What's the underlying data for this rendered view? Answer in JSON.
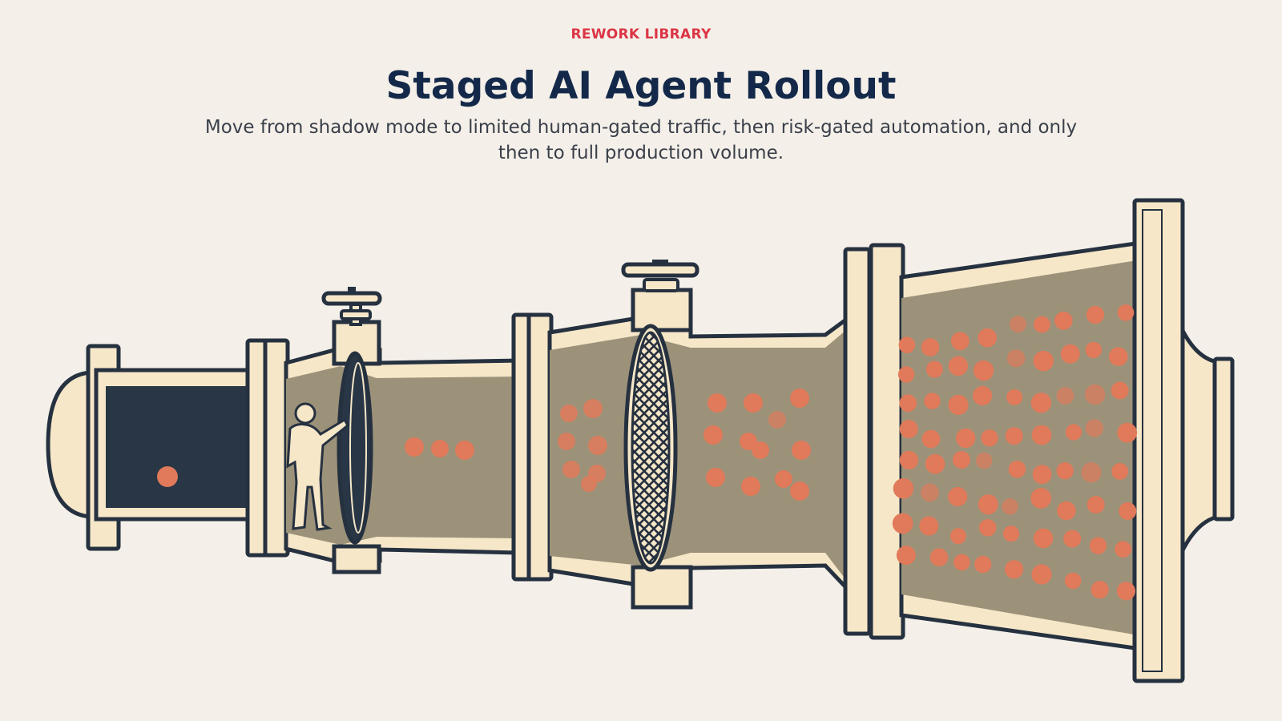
{
  "header": {
    "eyebrow": "REWORK LIBRARY",
    "title": "Staged AI Agent Rollout",
    "subtitle": "Move from shadow mode to limited human-gated traffic, then risk-gated automation, and only then to full production volume."
  },
  "colors": {
    "background": "#f4f0e9",
    "accent": "#dc3545",
    "title": "#14294a",
    "subtitle": "#3a3f4a",
    "outline": "#263140",
    "pipe_wall": "#f6e7c8",
    "pipe_interior": "#9c927a",
    "dark_chamber": "#283645",
    "traffic_dot": "#e07a5a"
  },
  "diagram": {
    "stages": [
      {
        "id": "shadow-mode",
        "traffic_dots": 1
      },
      {
        "id": "human-gated",
        "traffic_dots": 3
      },
      {
        "id": "risk-gated",
        "traffic_dots": 20
      },
      {
        "id": "full-production",
        "traffic_dots": 85
      }
    ],
    "icons": [
      "human-operator-icon",
      "valve-wheel-icon",
      "mesh-filter-icon"
    ]
  }
}
